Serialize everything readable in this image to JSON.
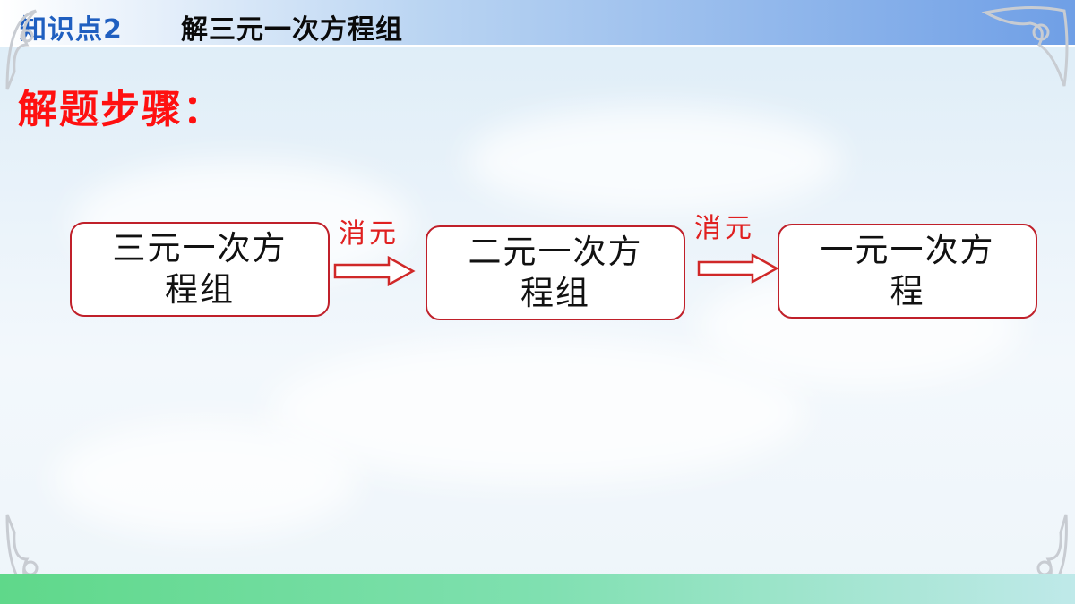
{
  "header": {
    "topic": "知识点2",
    "title": "解三元一次方程组"
  },
  "section_title": "解题步骤：",
  "flow": {
    "steps": [
      {
        "line1": "三元一次方",
        "line2": "程组"
      },
      {
        "line1": "二元一次方",
        "line2": "程组"
      },
      {
        "line1": "一元一次方",
        "line2": "程"
      }
    ],
    "transitions": [
      {
        "label": "消元"
      },
      {
        "label": "消元"
      }
    ]
  },
  "colors": {
    "accent_red": "#ff1010",
    "box_border": "#c0202a",
    "topic_blue": "#1f5fc0",
    "footer_green": "#5fd88a"
  }
}
